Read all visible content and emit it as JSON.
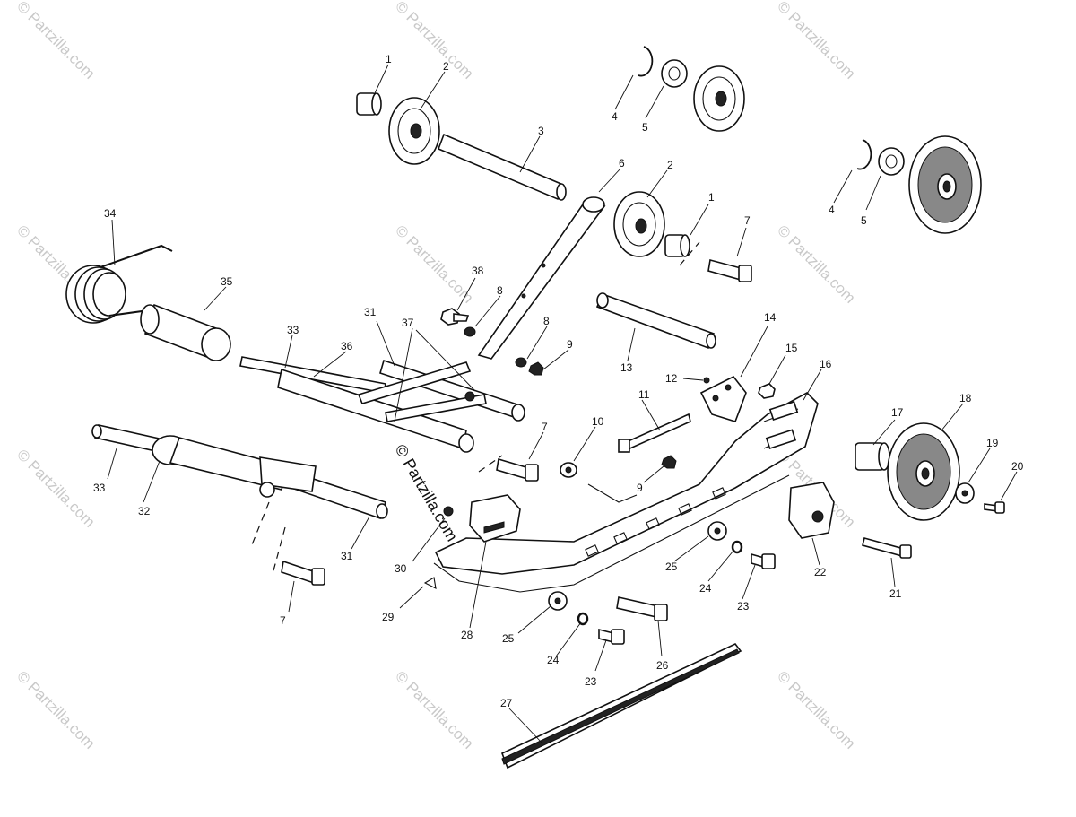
{
  "watermark": {
    "text": "© Partzilla.com"
  },
  "center_watermark": {
    "text": "© Partzilla.com"
  },
  "callouts": [
    "1",
    "2",
    "3",
    "4",
    "5",
    "6",
    "7",
    "8",
    "9",
    "10",
    "11",
    "12",
    "13",
    "14",
    "15",
    "16",
    "17",
    "18",
    "19",
    "20",
    "21",
    "22",
    "23",
    "24",
    "25",
    "26",
    "27",
    "28",
    "29",
    "30",
    "31",
    "32",
    "33",
    "34",
    "35",
    "36",
    "37",
    "38"
  ]
}
